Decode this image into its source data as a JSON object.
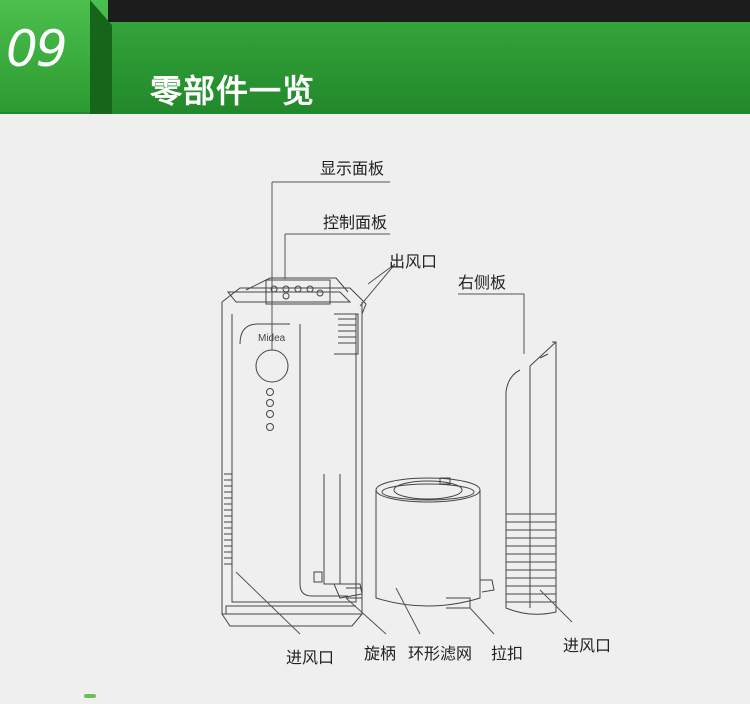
{
  "header": {
    "section_number": "09",
    "title": "零部件一览"
  },
  "drawing": {
    "brand": "Midea"
  },
  "labels": {
    "display_panel": "显示面板",
    "control_panel": "控制面板",
    "air_outlet": "出风口",
    "right_side_panel": "右侧板",
    "air_inlet_left": "进风口",
    "knob": "旋柄",
    "ring_filter": "环形滤网",
    "pull_buckle": "拉扣",
    "air_inlet_right": "进风口"
  },
  "colors": {
    "banner_green": "#2a9630",
    "badge_green": "#3db441",
    "top_strip": "#1c1c1c",
    "background": "#efefef"
  }
}
